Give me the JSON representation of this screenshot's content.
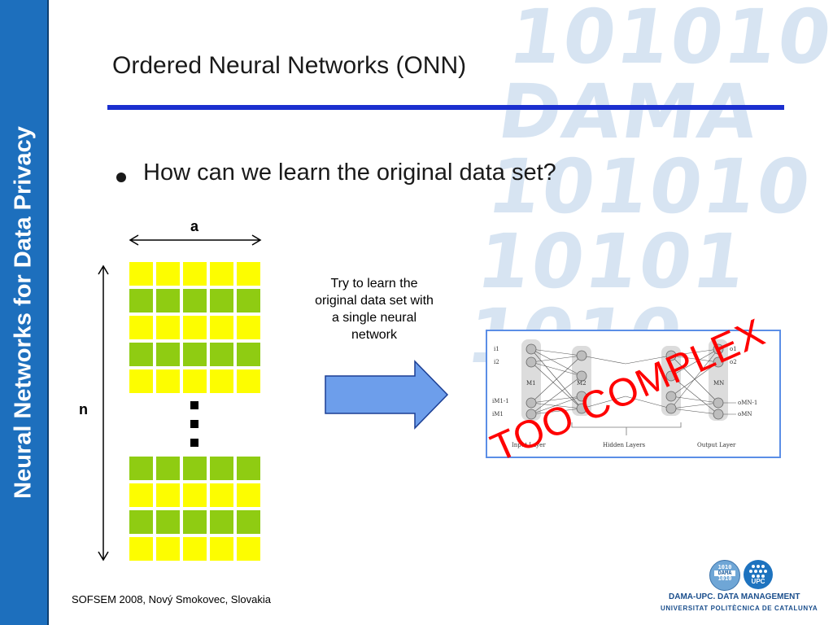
{
  "sidebar": {
    "title": "Neural Networks for Data Privacy"
  },
  "watermark": {
    "lines": [
      "101010",
      "DAMA",
      "101010",
      "10101",
      "1010"
    ]
  },
  "slide": {
    "title": "Ordered Neural Networks (ONN)",
    "bullet": "How can we learn the original data set?"
  },
  "diagram": {
    "label_a": "a",
    "label_n": "n",
    "note": "Try to learn the original data set with a single neural network",
    "grid_top_rows": [
      "yellow",
      "green",
      "yellow",
      "green",
      "yellow"
    ],
    "grid_bottom_rows": [
      "green",
      "yellow",
      "green",
      "yellow"
    ],
    "overlay_text": "TOO COMPLEX",
    "nn_labels": {
      "input_layer": "Input Layer",
      "hidden_layers": "Hidden Layers",
      "output_layer": "Output Layer",
      "in1": "i1",
      "in2": "i2",
      "in_m1_1": "iM1-1",
      "in_m1": "iM1",
      "m1": "M1",
      "m2": "M2",
      "mn": "MN",
      "o1": "o1",
      "o2": "o2",
      "out_mn_1": "oMN-1",
      "out_mn": "oMN"
    }
  },
  "footer": {
    "text": "SOFSEM 2008, Nový Smokovec, Slovakia",
    "logo_line1": "DAMA-UPC. DATA MANAGEMENT",
    "logo_line2": "UNIVERSITAT POLITÈCNICA DE CATALUNYA",
    "dama_logo_lines": [
      "1010",
      "DAMA",
      "1010"
    ],
    "upc_logo_text": "UPC"
  },
  "colors": {
    "sidebar": "#1d6fbd",
    "rule": "#1b2fcf",
    "grid_yellow": "#fdfd00",
    "grid_green": "#8fcc12",
    "arrow": "#6d9eeb",
    "overlay": "#ff0000"
  }
}
